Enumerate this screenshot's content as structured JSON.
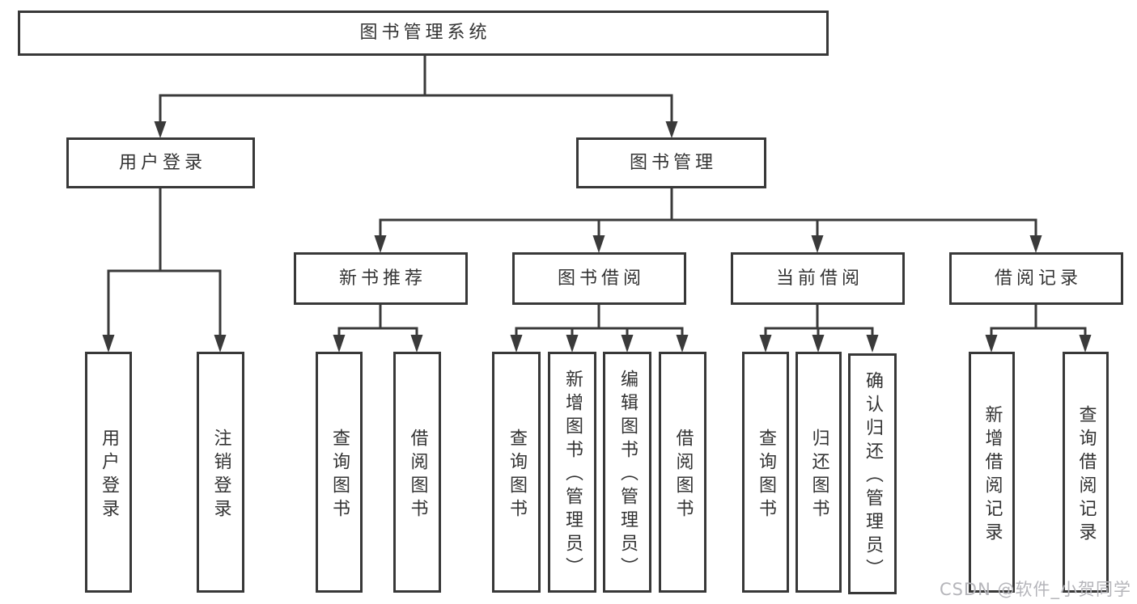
{
  "tree": {
    "root": {
      "label": "图书管理系统",
      "children": [
        {
          "label": "用户登录",
          "children": [
            {
              "label": "用户登录"
            },
            {
              "label": "注销登录"
            }
          ]
        },
        {
          "label": "图书管理",
          "children": [
            {
              "label": "新书推荐",
              "children": [
                {
                  "label": "查询图书"
                },
                {
                  "label": "借阅图书"
                }
              ]
            },
            {
              "label": "图书借阅",
              "children": [
                {
                  "label": "查询图书"
                },
                {
                  "label": "新增图书（管理员）"
                },
                {
                  "label": "编辑图书（管理员）"
                },
                {
                  "label": "借阅图书"
                }
              ]
            },
            {
              "label": "当前借阅",
              "children": [
                {
                  "label": "查询图书"
                },
                {
                  "label": "归还图书"
                },
                {
                  "label": "确认归还（管理员）"
                }
              ]
            },
            {
              "label": "借阅记录",
              "children": [
                {
                  "label": "新增借阅记录"
                },
                {
                  "label": "查询借阅记录"
                }
              ]
            }
          ]
        }
      ]
    }
  },
  "watermark": "CSDN @软件_小贺同学",
  "colors": {
    "line": "#3a3a3a",
    "text": "#333333",
    "watermark": "#b5b5ba",
    "background": "#ffffff"
  }
}
